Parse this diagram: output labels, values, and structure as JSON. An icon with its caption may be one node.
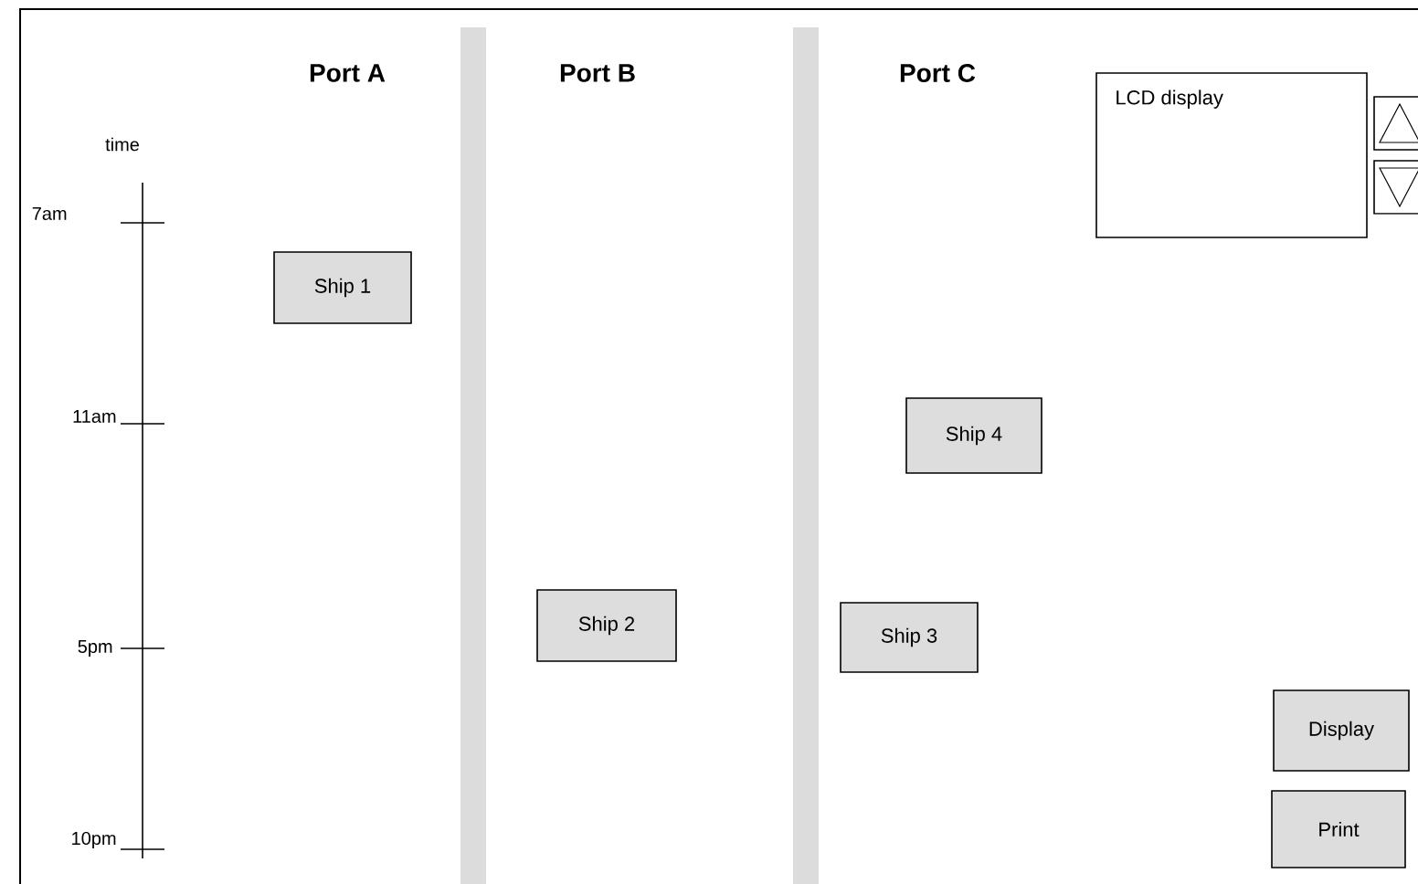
{
  "diagram": {
    "nodes": [
      {
        "text": [
          "Ship 1"
        ]
      },
      {
        "text": [
          "Ship 2"
        ]
      },
      {
        "text": [
          "Ship 3"
        ]
      },
      {
        "text": [
          "Ship 4"
        ]
      },
      {
        "text": [
          "LCD display"
        ]
      },
      {
        "text": [],
        "shape": "box"
      },
      {
        "text": [],
        "shape": "box"
      },
      {
        "text": [
          "Display"
        ]
      },
      {
        "text": [
          "Print"
        ]
      },
      {
        "text": [],
        "shape": "bar"
      },
      {
        "text": [],
        "shape": "bar"
      }
    ],
    "labels": [
      "Port A",
      "Port B",
      "Port C",
      "time",
      "7am",
      "11am",
      "5pm",
      "10pm"
    ]
  }
}
